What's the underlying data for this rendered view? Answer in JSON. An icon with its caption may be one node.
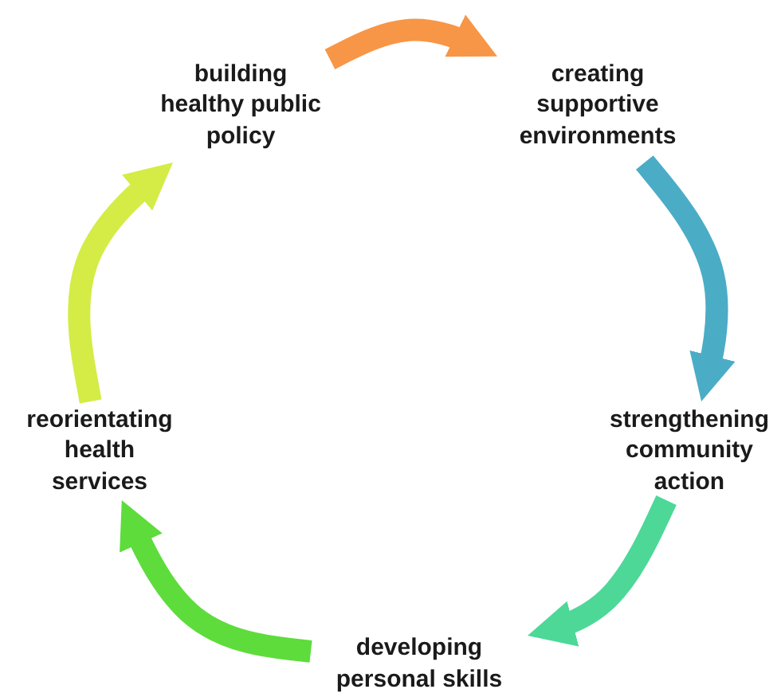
{
  "diagram": {
    "nodes": [
      {
        "text": [
          "building healthy public policy"
        ]
      },
      {
        "text": [
          "creating supportive environments"
        ]
      },
      {
        "text": [
          "strengthening community action"
        ]
      },
      {
        "text": [
          "developing personal skills"
        ]
      },
      {
        "text": [
          "reorientating health services"
        ]
      }
    ],
    "edges": [
      {
        "from": 0,
        "to": 1,
        "arrow": "to",
        "color": "#f79646"
      },
      {
        "from": 1,
        "to": 2,
        "arrow": "to",
        "color": "#4bacc6"
      },
      {
        "from": 2,
        "to": 3,
        "arrow": "to",
        "color": "#4dd898"
      },
      {
        "from": 3,
        "to": 4,
        "arrow": "to",
        "color": "#5ddc3c"
      },
      {
        "from": 4,
        "to": 0,
        "arrow": "to",
        "color": "#d4ec45"
      }
    ]
  }
}
